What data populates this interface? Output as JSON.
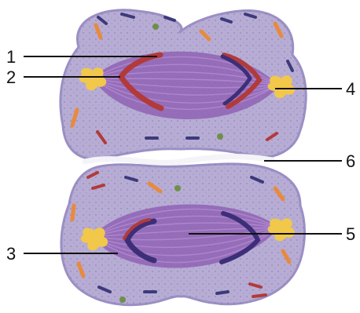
{
  "labels": {
    "l1": "1",
    "l2": "2",
    "l3": "3",
    "l4": "4",
    "l5": "5",
    "l6": "6"
  },
  "colors": {
    "cytoplasm": "#b7acd3",
    "cytoplasm_edge": "#9b8fc4",
    "spindle": "#8f62b4",
    "spindle_fiber": "#b089d0",
    "chromosome_red": "#b23a3a",
    "chromosome_navy": "#3c2f78",
    "centrosome": "#f2c84b",
    "cleavage": "#f4f4f8"
  },
  "icons": {
    "centrosome": "centrosome-icon",
    "chromosome": "chromosome-icon"
  }
}
